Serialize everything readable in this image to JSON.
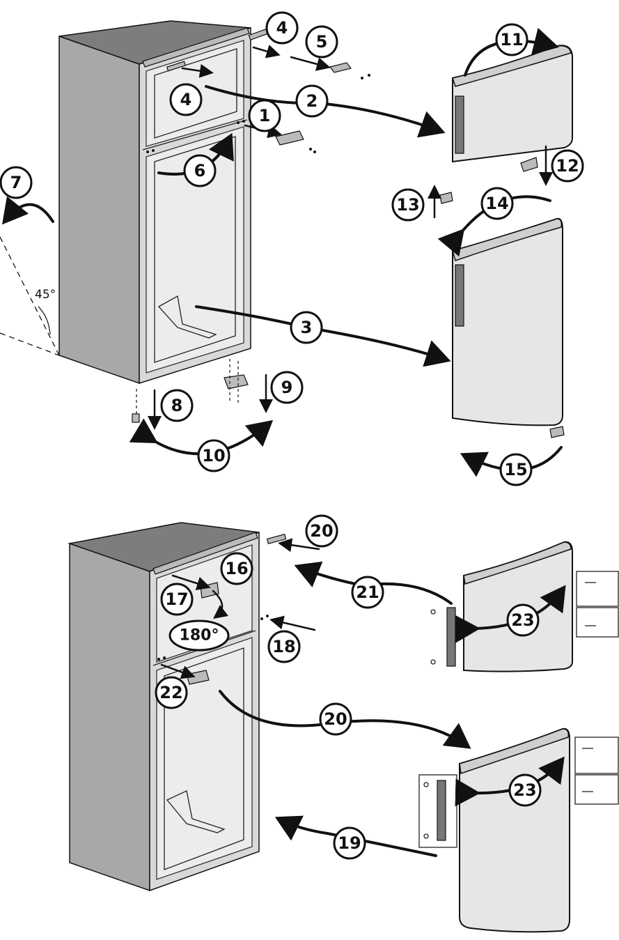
{
  "steps": {
    "s1": "1",
    "s2": "2",
    "s3": "3",
    "s4a": "4",
    "s4b": "4",
    "s5": "5",
    "s6": "6",
    "s7": "7",
    "s8": "8",
    "s9": "9",
    "s10": "10",
    "s11": "11",
    "s12": "12",
    "s13": "13",
    "s14": "14",
    "s15": "15",
    "s16": "16",
    "s17": "17",
    "s18": "18",
    "s19": "19",
    "s20a": "20",
    "s20b": "20",
    "s21": "21",
    "s22": "22",
    "s23a": "23",
    "s23b": "23"
  },
  "labels": {
    "tilt_angle": "45°",
    "rotate_angle": "180°"
  },
  "icons": {
    "arrow": "curved-arrow-icon",
    "hinge": "hinge-icon",
    "screw": "screw-icon"
  }
}
